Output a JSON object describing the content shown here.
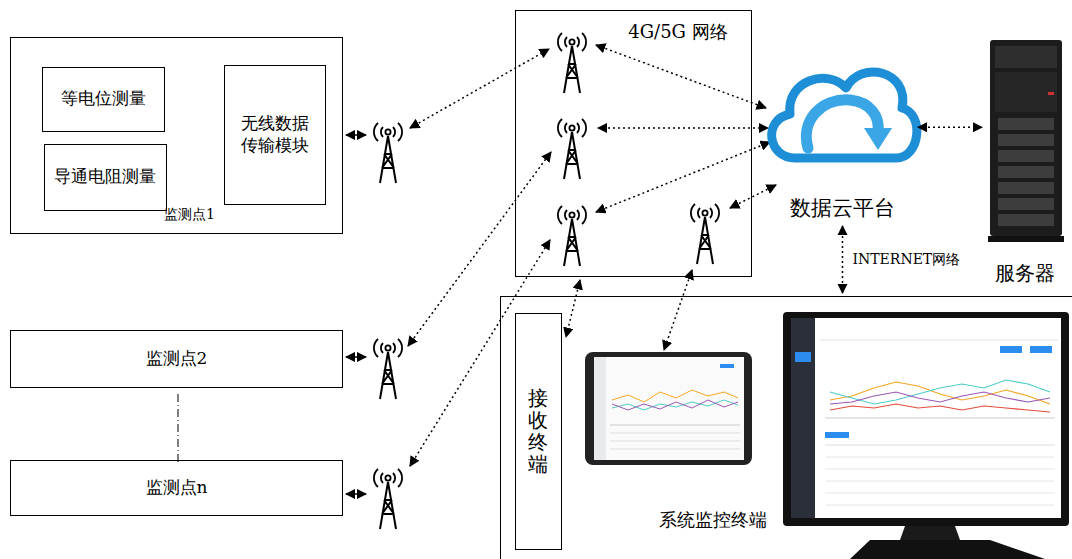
{
  "diagram": {
    "nodes": [
      {
        "text": [
          "监测点1"
        ]
      },
      {
        "text": [
          "等电位测量"
        ],
        "in": 0
      },
      {
        "text": [
          "导通电阻测量"
        ],
        "in": 0
      },
      {
        "text": [
          "无线数据 传输模块"
        ],
        "in": 0
      },
      {
        "text": [
          "监测点2"
        ]
      },
      {
        "text": [
          "监测点n"
        ]
      },
      {
        "text": [
          "4G/5G 网络"
        ]
      },
      {
        "text": [
          "数据云平台"
        ]
      },
      {
        "text": [
          "服务器"
        ]
      },
      {
        "text": [
          "系统监控终端"
        ]
      },
      {
        "text": [
          "接收终端"
        ],
        "in": 9
      }
    ],
    "edges": [
      {
        "from": 7,
        "to": 8,
        "arrow": "both"
      },
      {
        "from": 7,
        "to": 9,
        "label": "INTERNET网络",
        "arrow": "both"
      }
    ]
  }
}
